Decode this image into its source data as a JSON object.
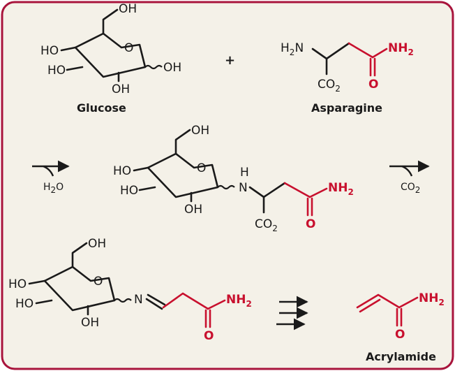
{
  "labels": {
    "glucose": "Glucose",
    "asparagine": "Asparagine",
    "acrylamide": "Acrylamide",
    "plus": "+"
  },
  "conditions": {
    "step1_byproduct": "H",
    "step1_byproduct_sub": "2",
    "step1_byproduct_tail": "O",
    "step2_byproduct": "CO",
    "step2_byproduct_sub": "2"
  },
  "atoms": {
    "oh": "OH",
    "ho": "HO",
    "ring_o": "O",
    "n": "N",
    "h": "H",
    "h2n": "H",
    "h2n_sub": "2",
    "h2n_tail": "N",
    "nh2": "NH",
    "nh2_sub": "2",
    "co2": "CO",
    "co2_sub": "2",
    "carbonyl_o": "O"
  },
  "colors": {
    "background": "#f4f1e8",
    "border": "#a8143c",
    "text": "#1a1a1a",
    "highlight": "#c8102e"
  }
}
